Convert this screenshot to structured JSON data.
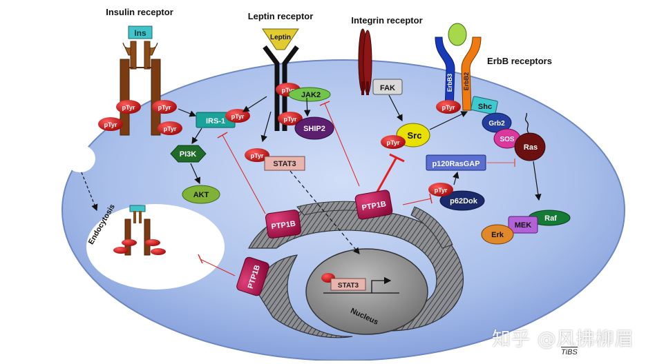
{
  "receptors": {
    "insulin": "Insulin receptor",
    "leptin": "Leptin receptor",
    "integrin": "Integrin receptor",
    "erbb": "ErbB receptors"
  },
  "ligands": {
    "ins": "Ins",
    "leptin": "Leptin"
  },
  "erbb_chains": {
    "erbb3": "ErbB3",
    "erbb2": "ErbB2"
  },
  "molecules": {
    "ptyr": "pTyr",
    "irs1": "IRS-1",
    "pi3k": "PI3K",
    "akt": "AKT",
    "jak2": "JAK2",
    "ship2": "SHIP2",
    "stat3": "STAT3",
    "fak": "FAK",
    "src": "Src",
    "shc": "Shc",
    "grb2": "Grb2",
    "sos": "SOS",
    "ras": "Ras",
    "p120rasgap": "p120RasGAP",
    "p62dok": "p62Dok",
    "mek": "MEK",
    "raf": "Raf",
    "erk": "Erk",
    "ptp1b": "PTP1B"
  },
  "compartments": {
    "endocytosis": "Endocytosis",
    "nucleus": "Nucleus"
  },
  "watermark": "知乎 @风拂柳眉",
  "journal": "TiBS",
  "colors": {
    "cell": "#9fb7e8",
    "ptyr": "#cc1111",
    "ptp1b": "#b8114f",
    "inhibition": "#e02020",
    "receptor_brown": "#7a3b12",
    "nucleus": "#8d8d8d"
  }
}
